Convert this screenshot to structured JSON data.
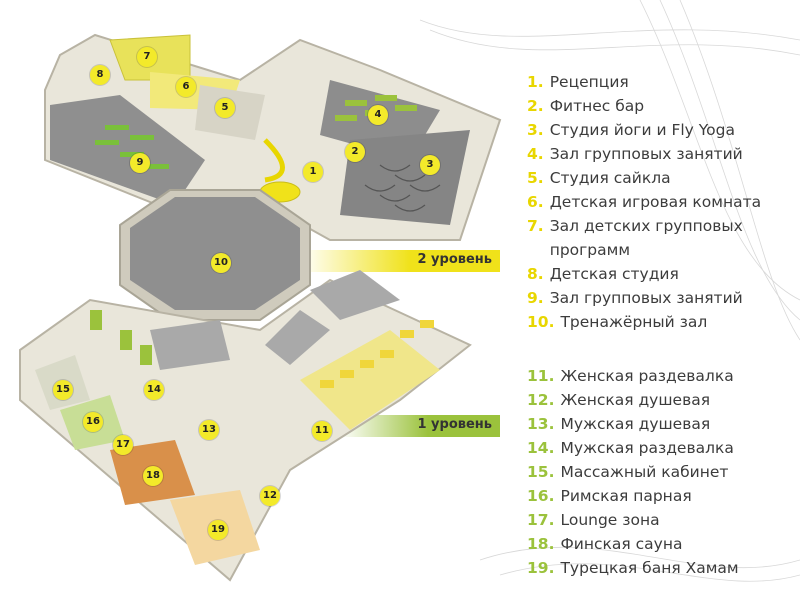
{
  "colors": {
    "accent_yellow": "#e8d600",
    "accent_green": "#9bc23c",
    "floor_grey": "#8d8d8d",
    "wall_light": "#e9e6da",
    "mat_green": "#9bc23c"
  },
  "levels": {
    "upper_label": "2 уровень",
    "lower_label": "1 уровень"
  },
  "legend_upper": [
    {
      "num": "1.",
      "label": "Рецепция"
    },
    {
      "num": "2.",
      "label": "Фитнес бар"
    },
    {
      "num": "3.",
      "label": "Студия йоги и Fly Yoga"
    },
    {
      "num": "4.",
      "label": "Зал групповых занятий"
    },
    {
      "num": "5.",
      "label": "Студия сайкла"
    },
    {
      "num": "6.",
      "label": "Детская игровая комната"
    },
    {
      "num": "7.",
      "label": "Зал детских групповых программ"
    },
    {
      "num": "8.",
      "label": "Детская студия"
    },
    {
      "num": "9.",
      "label": "Зал групповых занятий"
    },
    {
      "num": "10.",
      "label": "Тренажёрный зал"
    }
  ],
  "legend_lower": [
    {
      "num": "11.",
      "label": "Женская раздевалка"
    },
    {
      "num": "12.",
      "label": "Женская душевая"
    },
    {
      "num": "13.",
      "label": "Мужская душевая"
    },
    {
      "num": "14.",
      "label": "Мужская раздевалка"
    },
    {
      "num": "15.",
      "label": "Массажный кабинет"
    },
    {
      "num": "16.",
      "label": "Римская парная"
    },
    {
      "num": "17.",
      "label": "Lounge зона"
    },
    {
      "num": "18.",
      "label": "Финская сауна"
    },
    {
      "num": "19.",
      "label": "Турецкая баня Хамам"
    }
  ],
  "map_markers": [
    "1",
    "2",
    "3",
    "4",
    "5",
    "6",
    "7",
    "8",
    "9",
    "10",
    "11",
    "12",
    "13",
    "14",
    "15",
    "16",
    "17",
    "18",
    "19"
  ]
}
